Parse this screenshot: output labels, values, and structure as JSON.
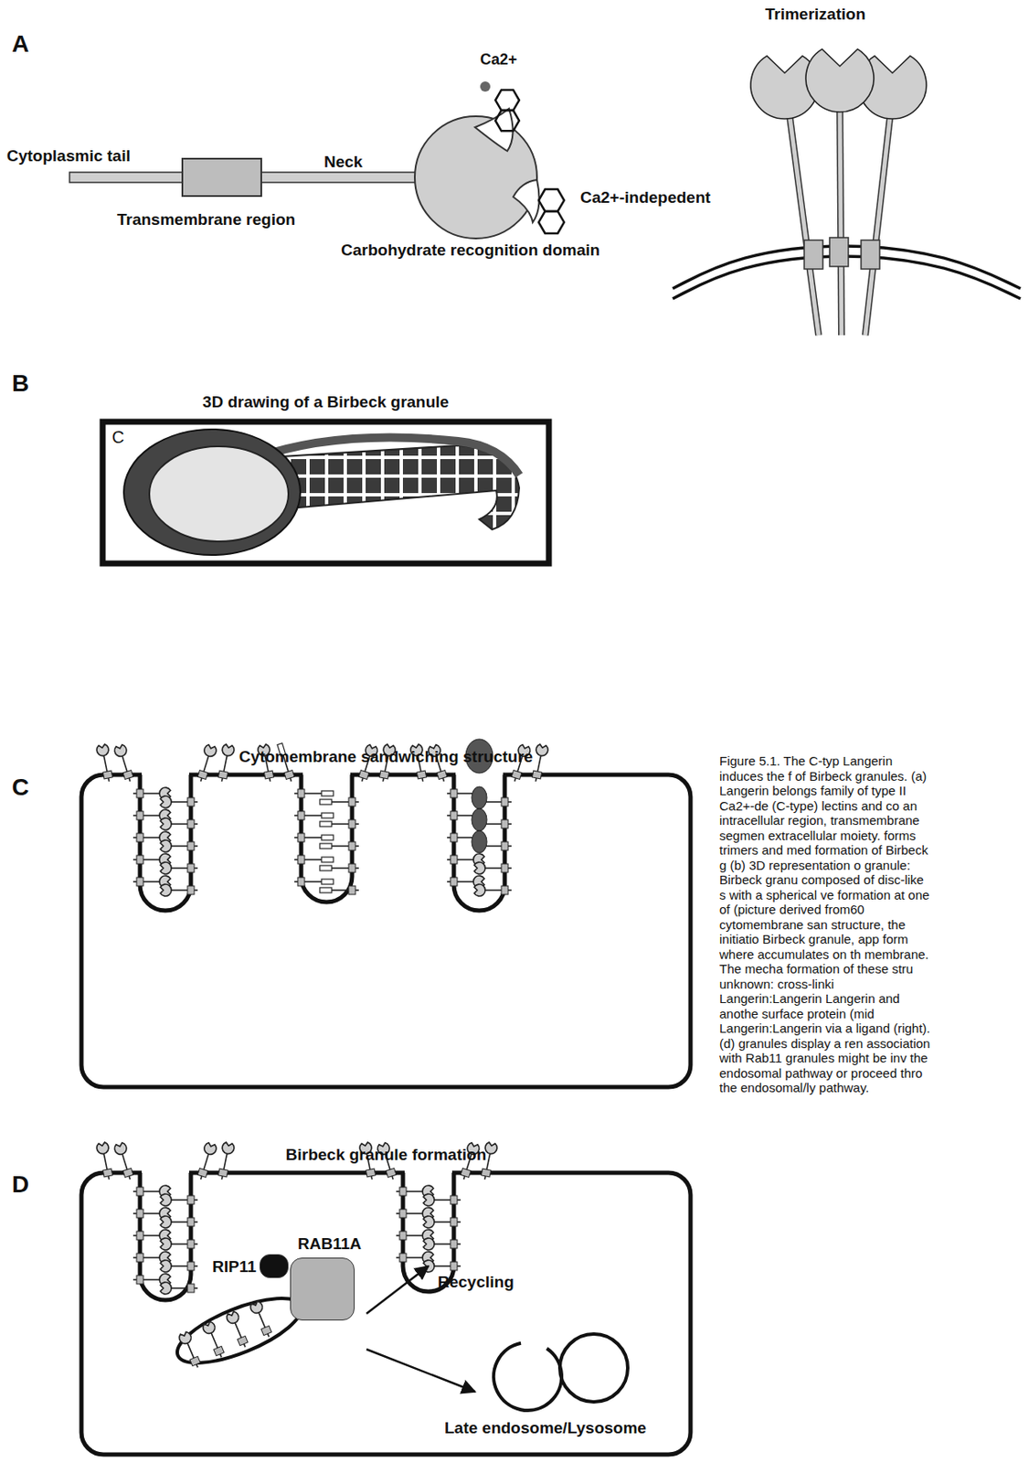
{
  "diagram": {
    "caption": "Figure 5.1. The C-typ Langerin induces the f of Birbeck granules. (a) Langerin belongs family of type II Ca2+-de (C-type) lectins and co an intracellular region, transmembrane segmen extracellular moiety. forms trimers and med formation of Birbeck g (b) 3D representation o granule: Birbeck granu composed of disc-like s with a spherical ve formation at one of (picture derived from60 cytomembrane san structure, the initiatio Birbeck granule, app form where accumulates on th membrane. The mecha formation of these stru unknown: cross-linki Langerin:Langerin Langerin and anothe surface protein (mid Langerin:Langerin via a ligand (right). (d) granules display a ren association with Rab11 granules might be inv the endosomal pathway or proceed thro the endosomal/ly pathway.",
    "nodes": [
      {
        "text": [
          "3D drawing of a Birbeck granule"
        ]
      },
      {
        "text": [
          "Cytomembrane sandwiching structure"
        ]
      },
      {
        "text": [
          "Birbeck granule formation"
        ]
      },
      {
        "text": [
          "RAB11A"
        ],
        "in": 2
      },
      {
        "text": [
          "RIP11"
        ],
        "in": 2
      }
    ],
    "labels": [
      "A",
      "Cytoplasmic tail",
      "Transmembrane region",
      "Neck",
      "Ca2+",
      "Ca2+-indepedent",
      "Carbohydrate recognition domain",
      "Trimerization",
      "B",
      "C",
      "C",
      "D",
      "Recycling",
      "Late endosome/Lysosome"
    ]
  }
}
